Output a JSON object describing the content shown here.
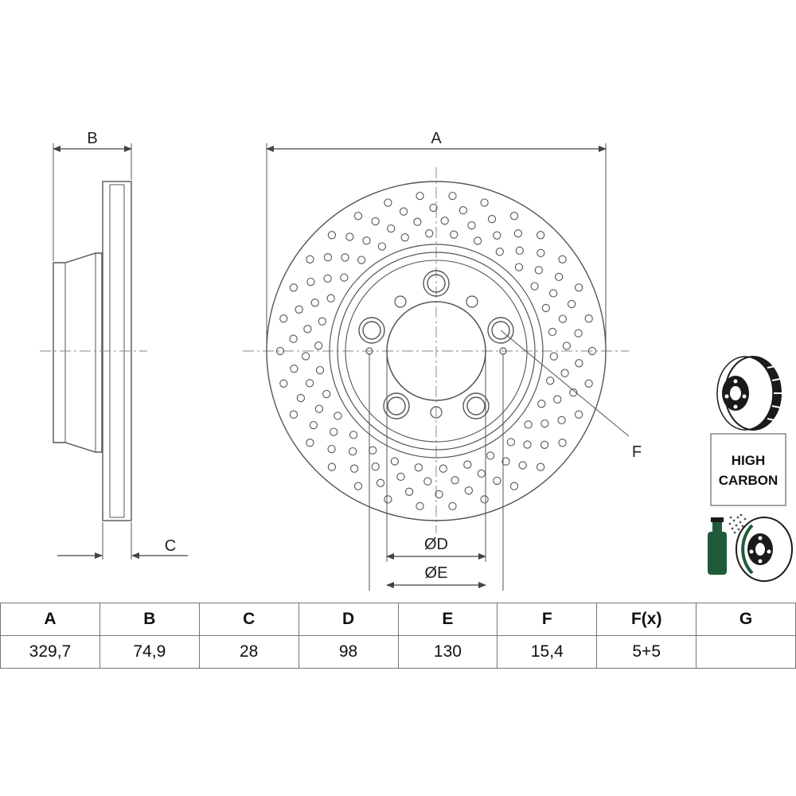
{
  "labels": {
    "a": "A",
    "b": "B",
    "c": "C",
    "f": "F",
    "d": "ØD",
    "e": "ØE"
  },
  "badge": {
    "line1": "HIGH",
    "line2": "CARBON"
  },
  "table": {
    "headers": [
      "A",
      "B",
      "C",
      "D",
      "E",
      "F",
      "F(x)",
      "G"
    ],
    "values": [
      "329,7",
      "74,9",
      "28",
      "98",
      "130",
      "15,4",
      "5+5",
      ""
    ]
  },
  "colors": {
    "line": "#4a4a4a",
    "icon_green": "#1f5b3a",
    "icon_dark": "#1a1a1a"
  }
}
